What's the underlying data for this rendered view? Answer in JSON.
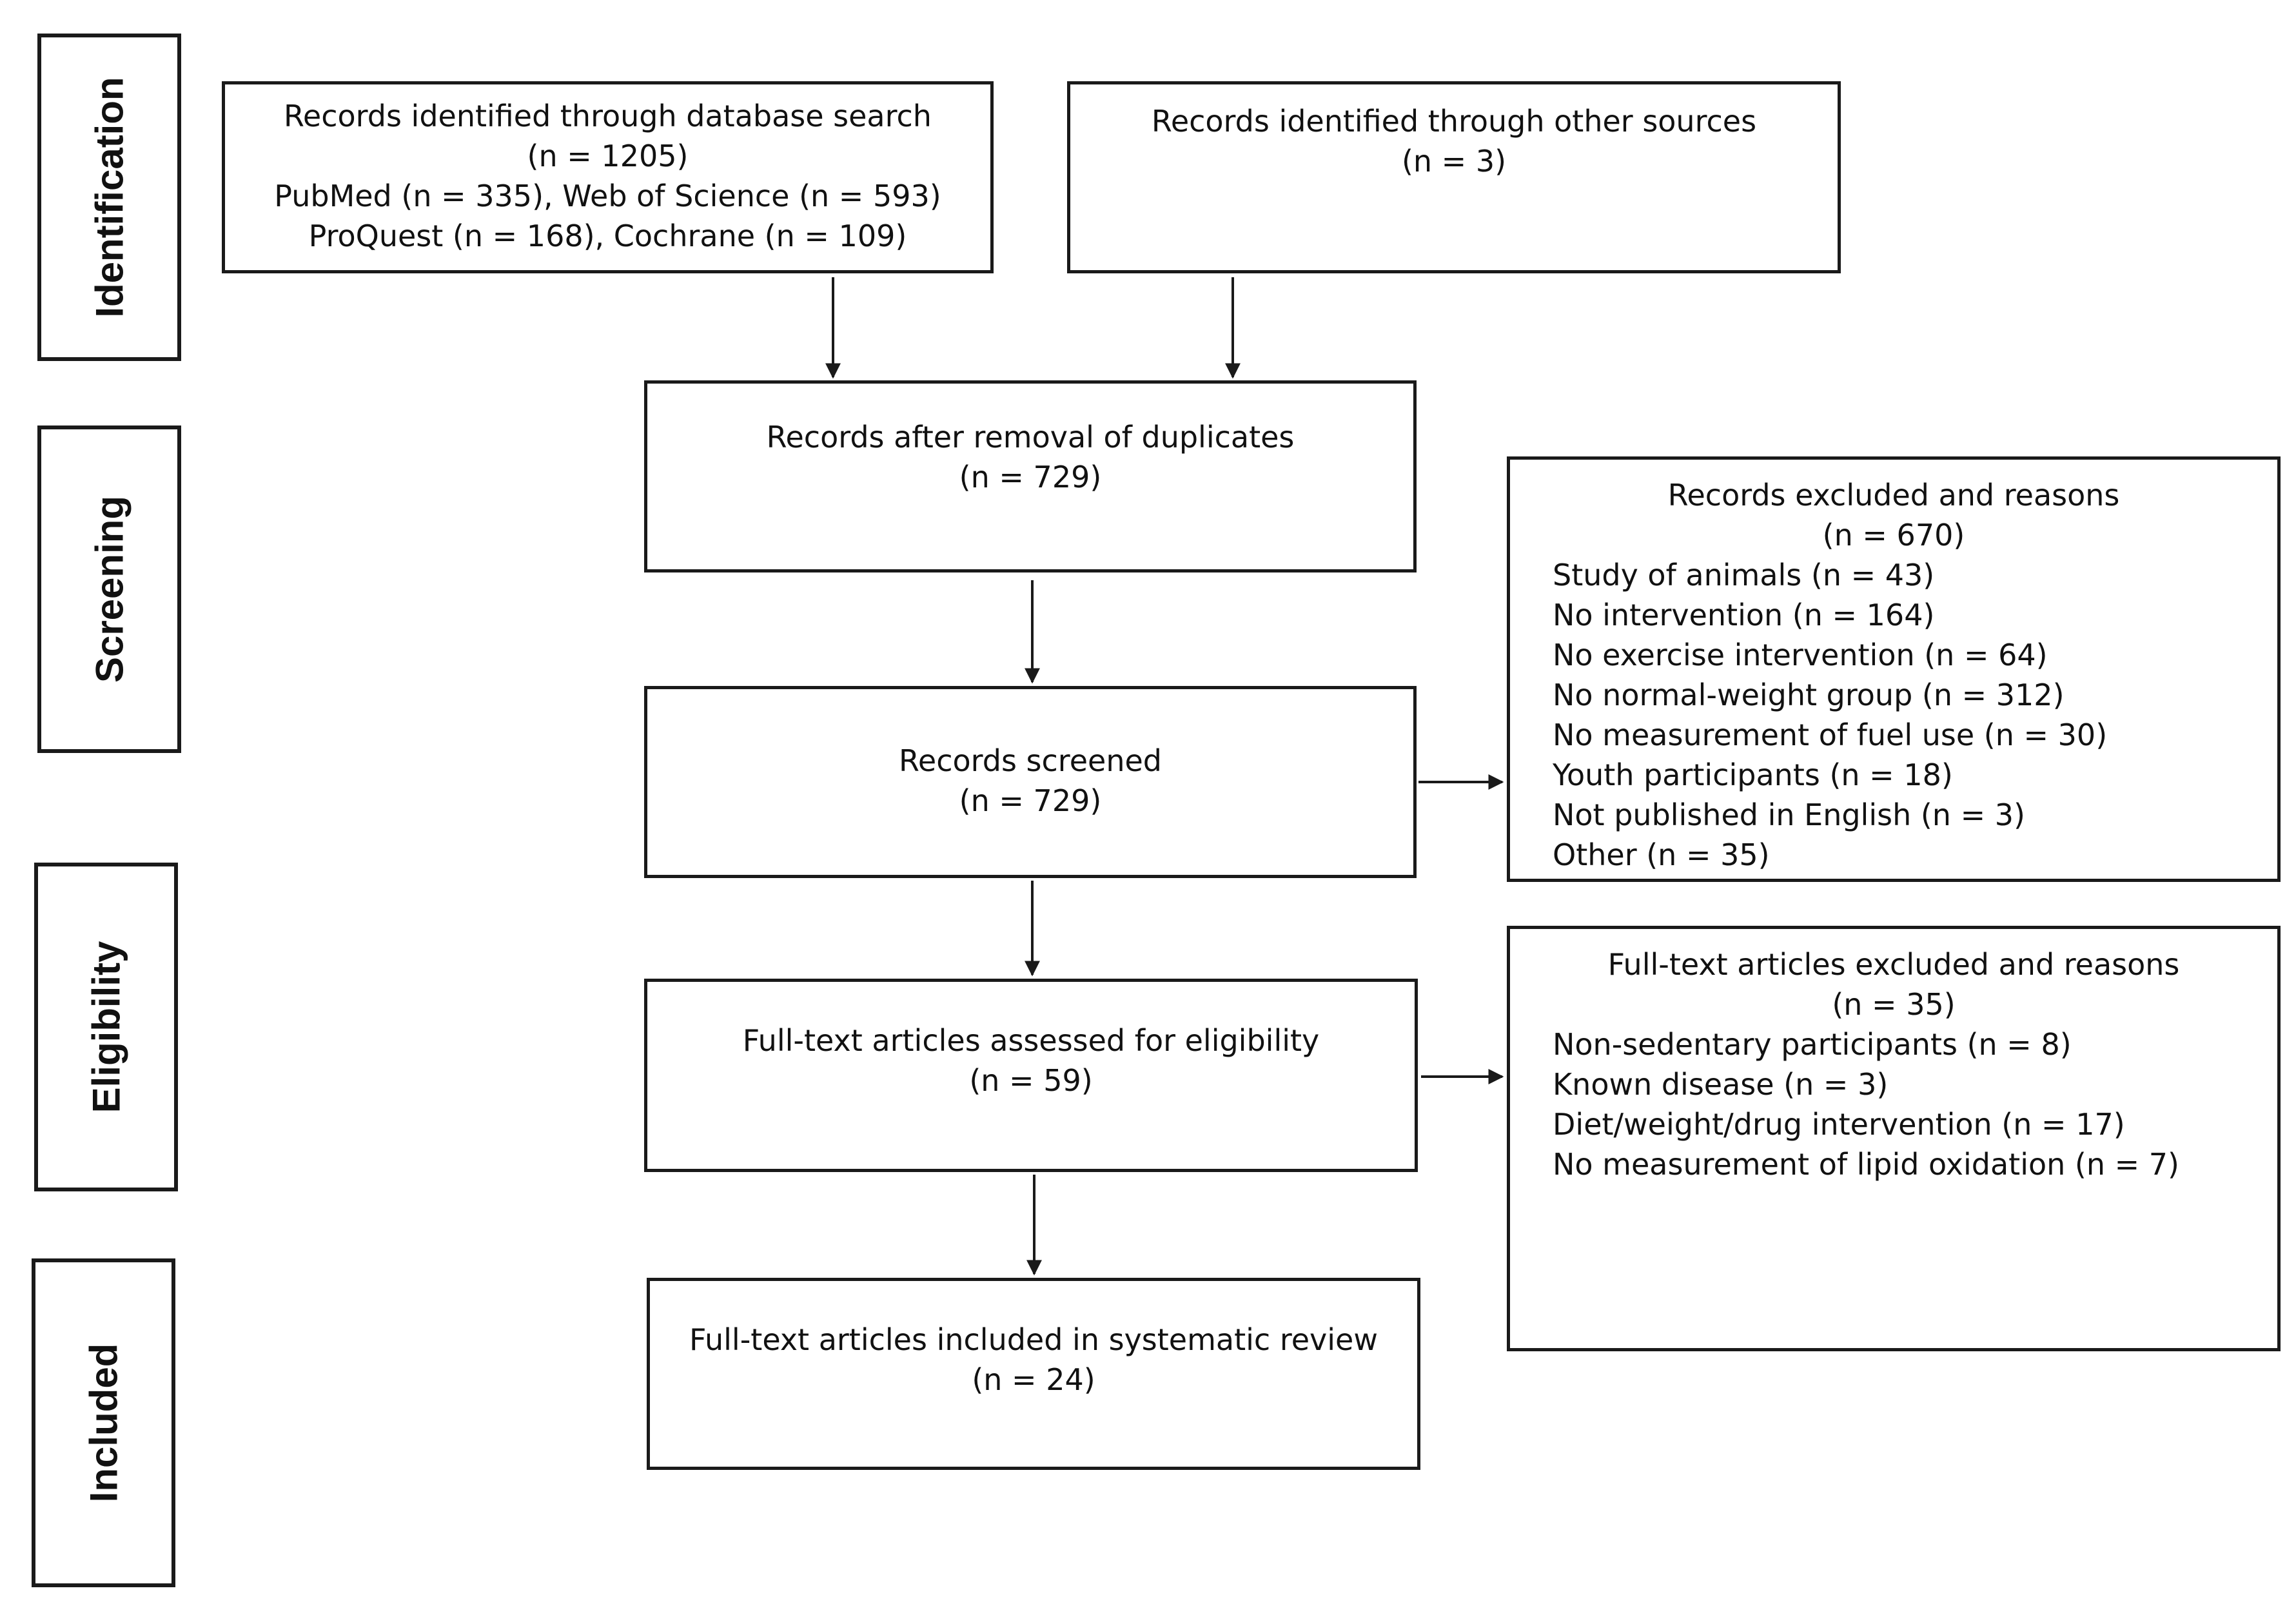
{
  "stages": {
    "identification": "Identification",
    "screening": "Screening",
    "eligibility": "Eligibility",
    "included": "Included"
  },
  "boxes": {
    "database_search": {
      "lines": [
        "Records identified through database search",
        "(n = 1205)",
        "PubMed (n = 335), Web of Science (n = 593)",
        "ProQuest (n = 168), Cochrane (n = 109)"
      ]
    },
    "other_sources": {
      "lines": [
        "Records identified through other sources",
        "(n = 3)"
      ]
    },
    "after_duplicates": {
      "lines": [
        "Records after removal of duplicates",
        "(n = 729)"
      ]
    },
    "screened": {
      "lines": [
        "Records screened",
        "(n = 729)"
      ]
    },
    "records_excluded": {
      "title": "Records excluded and reasons",
      "count": "(n = 670)",
      "items": [
        "Study of animals (n = 43)",
        "No intervention (n = 164)",
        "No exercise intervention (n = 64)",
        "No normal-weight group (n = 312)",
        "No measurement of fuel use (n = 30)",
        "Youth participants (n = 18)",
        "Not published in English (n = 3)",
        "Other (n = 35)"
      ]
    },
    "fulltext_assessed": {
      "lines": [
        "Full-text articles assessed for eligibility",
        "(n = 59)"
      ]
    },
    "fulltext_excluded": {
      "title": "Full-text articles excluded and reasons",
      "count": "(n = 35)",
      "items": [
        "Non-sedentary participants (n = 8)",
        "Known disease (n = 3)",
        "Diet/weight/drug intervention (n = 17)",
        "No measurement of lipid oxidation (n = 7)"
      ]
    },
    "included": {
      "lines": [
        "Full-text articles included in systematic review",
        "(n = 24)"
      ]
    }
  }
}
